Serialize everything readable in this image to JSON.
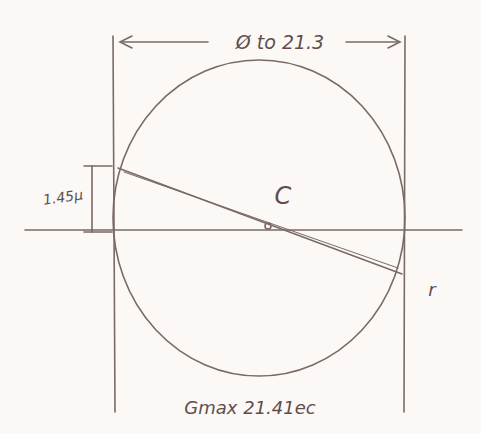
{
  "diagram": {
    "labels": [
      "Ø to 21.3",
      "1.45µ",
      "C",
      "r",
      "Gmax 21.41ec"
    ]
  }
}
